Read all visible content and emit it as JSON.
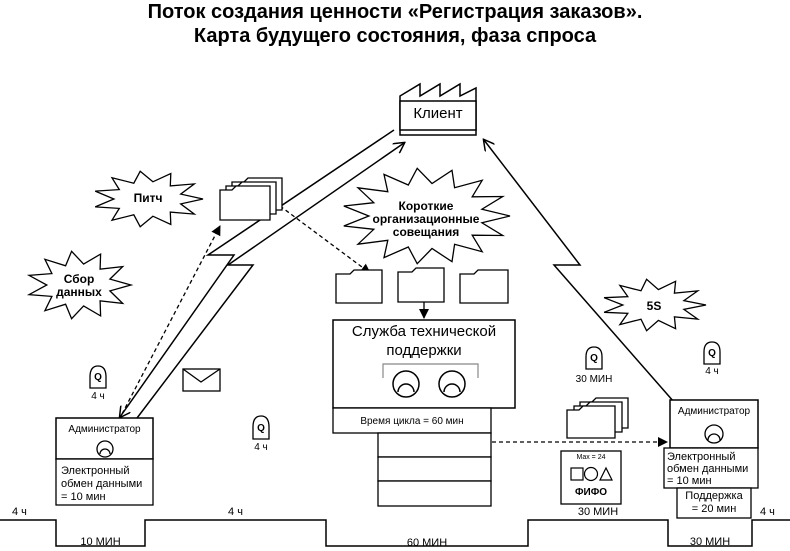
{
  "title": {
    "line1": "Поток создания ценности «Регистрация заказов».",
    "line2": "Карта будущего состояния, фаза спроса"
  },
  "client": {
    "label": "Клиент"
  },
  "kaizen": {
    "pitch": "Питч",
    "data_collection_1": "Сбор",
    "data_collection_2": "данных",
    "meetings_1": "Короткие",
    "meetings_2": "организационные",
    "meetings_3": "совещания",
    "five_s": "5S"
  },
  "support": {
    "title_1": "Служба технической",
    "title_2": "поддержки",
    "cycle_time": "Время цикла = 60 мин"
  },
  "admin_left": {
    "label": "Администратор",
    "data_1": "Электронный",
    "data_2": "обмен данными",
    "data_3": "= 10 мин"
  },
  "admin_right": {
    "label": "Администратор",
    "data_1": "Электронный",
    "data_2": "обмен данными",
    "data_3": "= 10 мин",
    "support_1": "Поддержка",
    "support_2": "= 20 мин"
  },
  "queues": {
    "q_left_time": "4 ч",
    "q_mid_time": "4 ч",
    "q_files_time": "30 МИН",
    "q_right_time": "4 ч",
    "letter": "Q"
  },
  "fifo": {
    "max": "Max = 24",
    "label": "ФИФО"
  },
  "timeline": {
    "up_1": "4 ч",
    "down_1": "10 МИН",
    "up_2": "4 ч",
    "down_2": "60 МИН",
    "up_3": "30 МИН",
    "down_3": "30 МИН",
    "up_4": "4 ч"
  }
}
